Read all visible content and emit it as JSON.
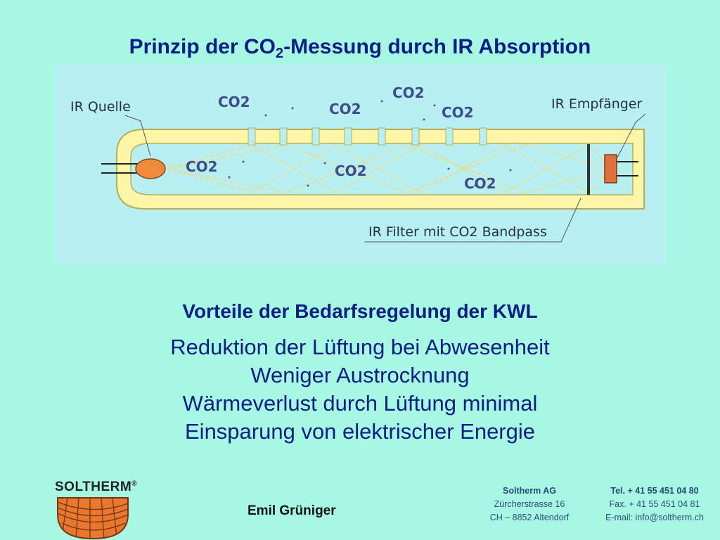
{
  "title": {
    "prefix": "Prinzip  der CO",
    "subscript": "2",
    "suffix": "-Messung durch IR Absorption"
  },
  "diagram": {
    "label_source": "IR Quelle",
    "label_receiver": "IR Empfänger",
    "label_filter": "IR Filter mit CO2 Bandpass",
    "molecule_label": "CO2",
    "tube_color": "#fcf6a6",
    "source_color": "#f08a3c",
    "receiver_color": "#e0703a",
    "ray_color": "#f3e39a"
  },
  "subtitle": "Vorteile der Bedarfsregelung der KWL",
  "benefits": [
    "Reduktion der Lüftung bei Abwesenheit",
    "Weniger Austrocknung",
    "Wärmeverlust durch Lüftung minimal",
    "Einsparung von elektrischer Energie"
  ],
  "logo": {
    "name": "SOLTHERM",
    "mark": "®"
  },
  "presenter": "Emil Grüniger",
  "footer": {
    "company": "Soltherm AG",
    "street": "Zürcherstrasse 16",
    "city": "CH – 8852 Altendorf",
    "tel": "Tel.  + 41 55 451 04 80",
    "fax": "Fax. + 41 55 451 04 81",
    "email": "E-mail: info@soltherm.ch"
  }
}
